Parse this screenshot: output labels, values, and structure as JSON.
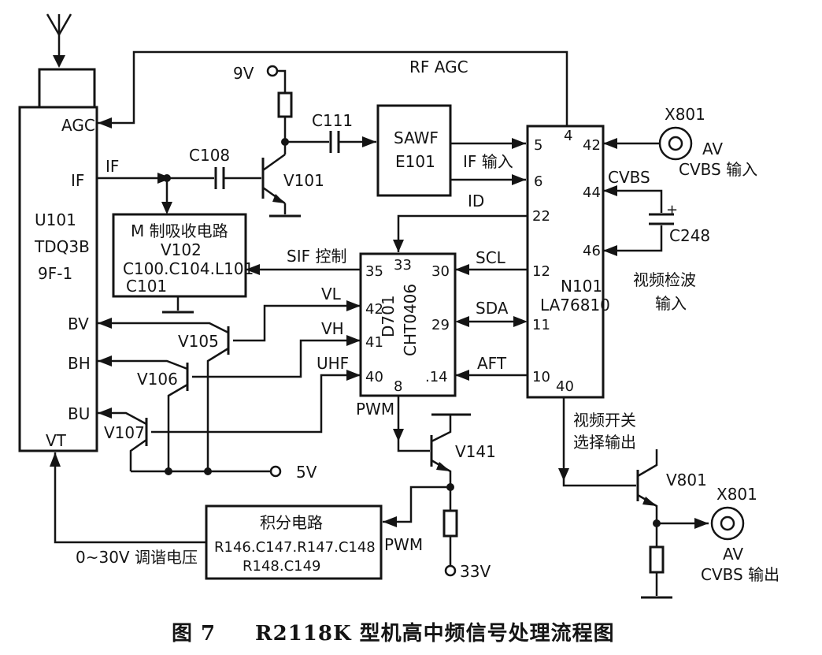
{
  "tuner": {
    "agc": "AGC",
    "if": "IF",
    "name": "U101",
    "model": "TDQ3B",
    "variant": "9F-1",
    "bv": "BV",
    "bh": "BH",
    "bu": "BU",
    "vt": "VT"
  },
  "absorb": {
    "title": "M 制吸收电路",
    "part1": "V102",
    "part2": "C100.C104.L101",
    "part3": "C101"
  },
  "saw": {
    "name": "SAWF",
    "part": "E101"
  },
  "n101": {
    "name": "N101",
    "model": "LA76810",
    "pins": {
      "p4": "4",
      "p5": "5",
      "p6": "6",
      "p22": "22",
      "p12": "12",
      "p11": "11",
      "p10": "10",
      "p40": "40",
      "p42": "42",
      "p44": "44",
      "p46": "46"
    }
  },
  "d701": {
    "name": "D701",
    "model": "CHT0406",
    "pins": {
      "p35": "35",
      "p33": "33",
      "p30": "30",
      "p42": "42",
      "p29": "29",
      "p41": "41",
      "p40": "40",
      "p8": "8",
      "p14": ".14"
    }
  },
  "integrator": {
    "title": "积分电路",
    "line1": "R146.C147.R147.C148",
    "line2": "R148.C149"
  },
  "labels": {
    "rf_agc": "RF AGC",
    "v9": "9V",
    "c111": "C111",
    "c108": "C108",
    "if": "IF",
    "v101": "V101",
    "if_in": "IF 输入",
    "id": "ID",
    "sif": "SIF 控制",
    "scl": "SCL",
    "sda": "SDA",
    "aft": "AFT",
    "vl": "VL",
    "vh": "VH",
    "uhf": "UHF",
    "v105": "V105",
    "v106": "V106",
    "v107": "V107",
    "v5": "5V",
    "pwm": "PWM",
    "v141": "V141",
    "pwm2": "PWM",
    "v33": "33V",
    "tune": "0~30V 调谐电压",
    "x801a": "X801",
    "av1": "AV",
    "cvbs_in": "CVBS 输入",
    "cvbs": "CVBS",
    "c248": "C248",
    "vdet1": "视频检波",
    "vdet2": "输入",
    "vsw1": "视频开关",
    "vsw2": "选择输出",
    "v801": "V801",
    "x801b": "X801",
    "av2": "AV",
    "cvbs_out": "CVBS 输出"
  },
  "caption": {
    "fig": "图 7",
    "title": "R2118K 型机高中频信号处理流程图"
  }
}
